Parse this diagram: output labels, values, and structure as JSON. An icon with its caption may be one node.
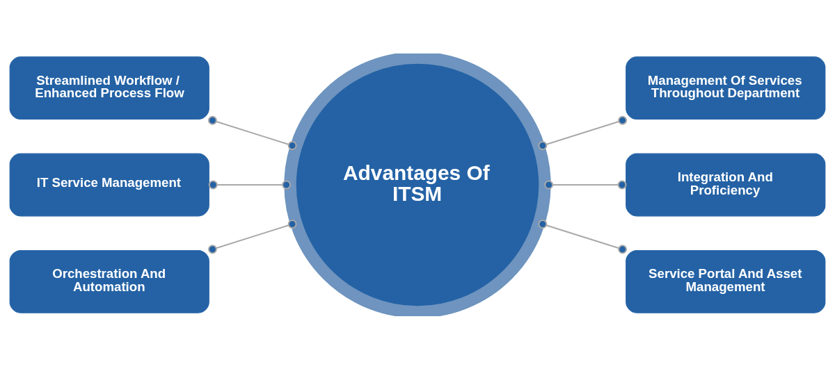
{
  "diagram": {
    "nodes": [
      {
        "text": [
          "Advantages Of ITSM"
        ]
      },
      {
        "text": [
          "Streamlined Workflow / Enhanced Process Flow"
        ]
      },
      {
        "text": [
          "Management Of Services Throughout Department"
        ]
      },
      {
        "text": [
          "IT Service Management"
        ]
      },
      {
        "text": [
          "Integration And Proficiency"
        ]
      },
      {
        "text": [
          "Orchestration And Automation"
        ]
      },
      {
        "text": [
          "Service Portal And Asset Management"
        ]
      }
    ],
    "edges": [
      {
        "from": 1,
        "to": 0,
        "arrow": "other"
      },
      {
        "from": 0,
        "to": 2,
        "arrow": "other"
      },
      {
        "from": 3,
        "to": 0,
        "arrow": "other"
      },
      {
        "from": 0,
        "to": 4,
        "arrow": "other"
      },
      {
        "from": 5,
        "to": 0,
        "arrow": "other"
      },
      {
        "from": 0,
        "to": 6,
        "arrow": "other"
      }
    ]
  }
}
